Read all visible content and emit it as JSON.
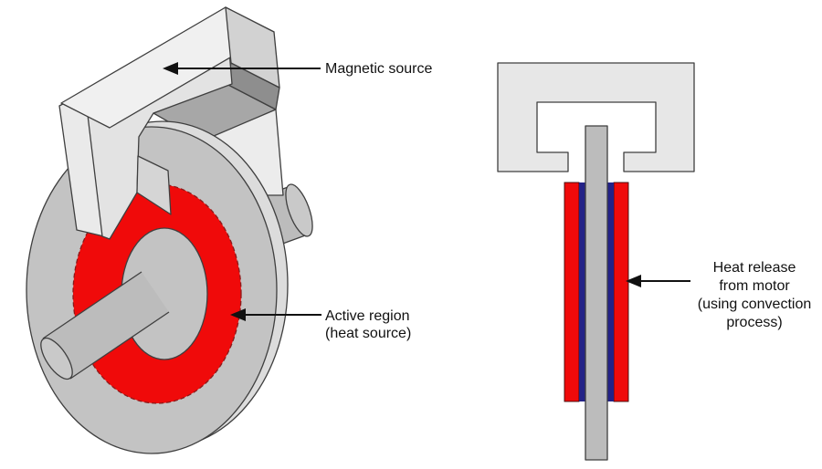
{
  "left_figure": {
    "labels": {
      "magnetic_source": "Magnetic source",
      "active_region_line1": "Active region",
      "active_region_line2": "(heat source)"
    }
  },
  "right_figure": {
    "label_lines": [
      "Heat release",
      "from motor",
      "(using convection",
      "process)"
    ]
  },
  "colors": {
    "page_bg": "#ffffff",
    "active_red": "#f00a0a",
    "magnet_body": "#e3e3e3",
    "disc_gray": "#c3c3c3",
    "shaft_gray": "#bcbcbc",
    "blue_layer": "#232287",
    "outline": "#3f3f3f",
    "text": "#111111"
  }
}
